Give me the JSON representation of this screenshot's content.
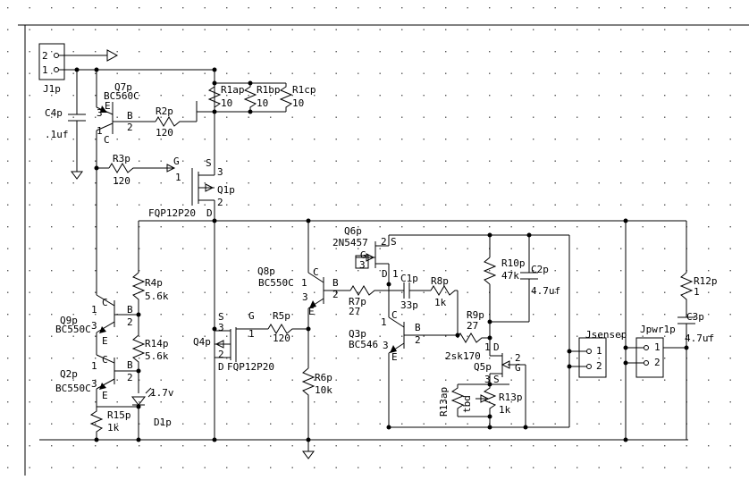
{
  "labels": {
    "j1": "J1p",
    "j1_pin2": "2",
    "j1_pin1": "1",
    "c4": "C4p",
    "c4_val": ".1uf",
    "q7": "Q7p",
    "q7_type": "BC560C",
    "q7_e": "E",
    "q7_b": "B",
    "q7_c": "C",
    "q7_p3": "3",
    "q7_p2": "2",
    "q7_p1": "1",
    "r2": "R2p",
    "r2_val": "120",
    "r1a": "R1ap",
    "r1a_val": "10",
    "r1b": "R1bp",
    "r1b_val": "10",
    "r1c": "R1cp",
    "r1c_val": "10",
    "r3": "R3p",
    "r3_val": "120",
    "q1_g": "G",
    "q1_s": "S",
    "q1_p3": "3",
    "q1_p1": "1",
    "q1_p2": "2",
    "q1": "Q1p",
    "q1_type": "FQP12P20",
    "q1_d": "D",
    "q6": "Q6p",
    "q6_type": "2N5457",
    "q6_p2": "2",
    "q6_s": "S",
    "q6_g": "G",
    "q6_p3": "3",
    "q6_d": "D",
    "q6_p1": "1",
    "c1": "C1p",
    "c1_val": "33p",
    "r8": "R8p",
    "r8_val": "1k",
    "r10": "R10p",
    "r10_val": "47k",
    "c2": "C2p",
    "c2_val": "4.7uf",
    "q8": "Q8p",
    "q8_type": "BC550C",
    "q8_p1": "1",
    "q8_c": "C",
    "q8_b": "B",
    "q8_p2": "2",
    "q8_e": "E",
    "q8_p3": "3",
    "r7": "R7p",
    "r7_val": "27",
    "r9": "R9p",
    "r9_val": "27",
    "q3": "Q3p",
    "q3_type": "BC546",
    "q3_c": "C",
    "q3_b": "B",
    "q3_e": "E",
    "q3_p1": "1",
    "q3_p2": "2",
    "q3_p3": "3",
    "q2sk": "2sk170",
    "q5": "Q5p",
    "q5_d": "D",
    "q5_g": "G",
    "q5_s": "S",
    "q5_p1": "1",
    "q5_p2": "2",
    "q5_p3": "3",
    "r13a": "R13ap",
    "r13a_val": "tbd",
    "r13": "R13p",
    "r13_val": "1k",
    "jsense": "Jsensep",
    "jsense_p1": "1",
    "jsense_p2": "2",
    "jpwr": "Jpwr1p",
    "jpwr_p1": "1",
    "jpwr_p2": "2",
    "r12": "R12p",
    "r12_val": "1",
    "c3": "C3p",
    "c3_val": "4.7uf",
    "r4": "R4p",
    "r4_val": "5.6k",
    "r14": "R14p",
    "r14_val": "5.6k",
    "q9": "Q9p",
    "q9_type": "BC550C",
    "q9_c": "C",
    "q9_b": "B",
    "q9_e": "E",
    "q9_p1": "1",
    "q9_p2": "2",
    "q9_p3": "3",
    "q2": "Q2p",
    "q2_type": "BC550C",
    "q2_c": "C",
    "q2_b": "B",
    "q2_e": "E",
    "q2_p1": "1",
    "q2_p2": "2",
    "q2_p3": "3",
    "r15": "R15p",
    "r15_val": "1k",
    "d1": "D1p",
    "d1_val": "1.7v",
    "q4": "Q4p",
    "q4_type": "FQP12P20",
    "q4_s": "S",
    "q4_g": "G",
    "q4_d": "D",
    "q4_p3": "3",
    "q4_p1": "1",
    "q4_p2": "2",
    "r5": "R5p",
    "r5_val": "120",
    "r6": "R6p",
    "r6_val": "10k"
  }
}
